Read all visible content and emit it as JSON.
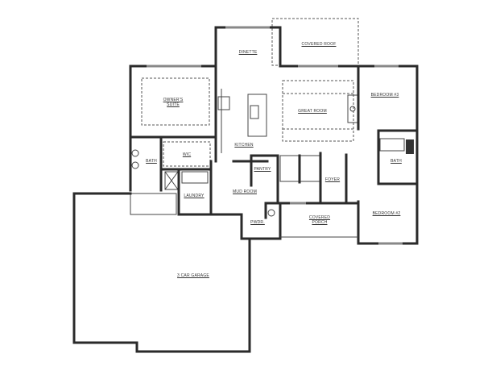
{
  "plan": {
    "rooms": {
      "dinette": "DINETTE",
      "covered_roof": "COVERED ROOF",
      "owners_suite": "OWNER'S\nSUITE",
      "great_room": "GREAT ROOM",
      "bedroom3": "BEDROOM #3",
      "kitchen": "KITCHEN",
      "bath_owner": "BATH",
      "wic": "WIC",
      "pantry": "PANTRY",
      "bath_hall": "BATH",
      "laundry": "LAUNDRY",
      "mud_room": "MUD ROOM",
      "foyer": "FOYER",
      "powder": "PWDR.",
      "covered_porch": "COVERED\nPORCH",
      "bedroom2": "BEDROOM #2",
      "garage": "3 CAR GARAGE"
    },
    "colors": {
      "wall": "#2a2a2a",
      "window": "#888888",
      "background": "#ffffff"
    }
  }
}
